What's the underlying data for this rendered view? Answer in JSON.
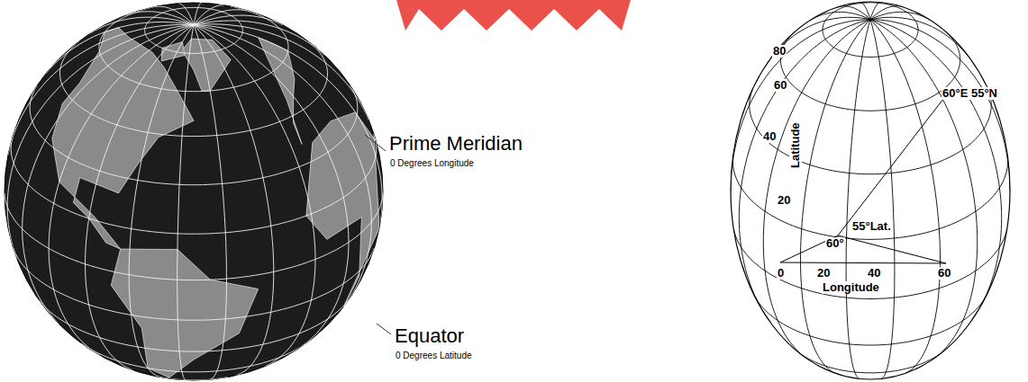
{
  "diagram": {
    "labels": [
      "Prime Meridian",
      "0 Degrees Longitude",
      "Equator",
      "0 Degrees Latitude",
      "80",
      "60",
      "40",
      "20",
      "Latitude",
      "60°E 55°N",
      "55°Lat.",
      "60°",
      "0",
      "20",
      "40",
      "60",
      "Longitude"
    ]
  }
}
